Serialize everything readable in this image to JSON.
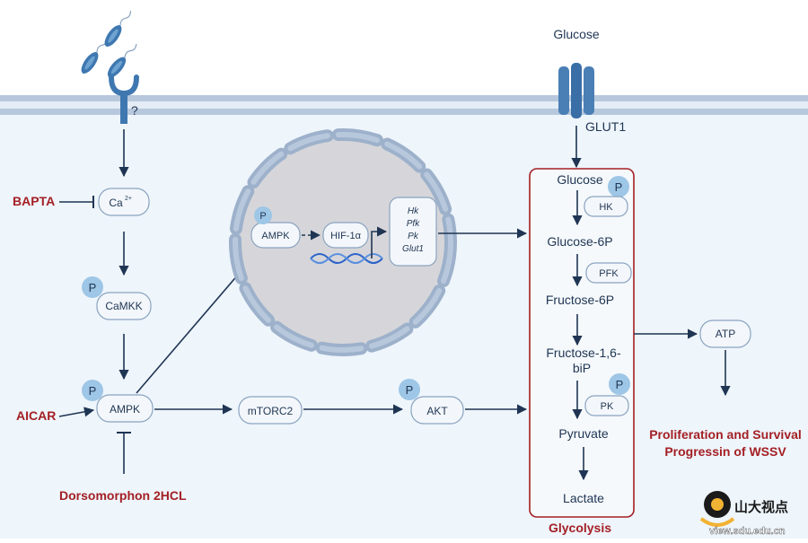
{
  "membrane": {
    "receptor_label": "?"
  },
  "glucose_transport": {
    "glucose_outside": "Glucose",
    "transporter": "GLUT1"
  },
  "upstream": {
    "bapta": "BAPTA",
    "calcium_base": "Ca",
    "calcium_sup": "2+",
    "camkk": "CaMKK",
    "ampk": "AMPK",
    "aicar": "AICAR",
    "dorsomorphon": "Dorsomorphon 2HCL",
    "mtorc2": "mTORC2",
    "akt": "AKT",
    "phospho": "P"
  },
  "nucleus": {
    "ampk": "AMPK",
    "hif": "HIF-1α",
    "genes": [
      "Hk",
      "Pfk",
      "Pk",
      "Glut1"
    ]
  },
  "glycolysis": {
    "title": "Glycolysis",
    "glucose": "Glucose",
    "hk": "HK",
    "glucose6p": "Glucose-6P",
    "pfk": "PFK",
    "fructose6p": "Fructose-6P",
    "fructose16_line1": "Fructose-1,6-",
    "fructose16_line2": "biP",
    "pk": "PK",
    "pyruvate": "Pyruvate",
    "lactate": "Lactate"
  },
  "output": {
    "atp": "ATP",
    "outcome_line1": "Proliferation and Survival",
    "outcome_line2": "Progressin of WSSV"
  },
  "watermark": {
    "text_cn": "山大视点",
    "url": "view.sdu.edu.cn"
  },
  "colors": {
    "background": "#eef5fb",
    "membrane": "#b7c8dd",
    "arrow": "#1f3553",
    "inhibitor_red": "#a31f24",
    "node_fill": "#f3f7fb",
    "node_stroke": "#8aa3bf",
    "phospho_fill": "#9ec6e6",
    "nucleus_fill": "#d6d6da",
    "nucleus_envelope": "#9db1cb",
    "glut1": "#4a7fb5"
  }
}
